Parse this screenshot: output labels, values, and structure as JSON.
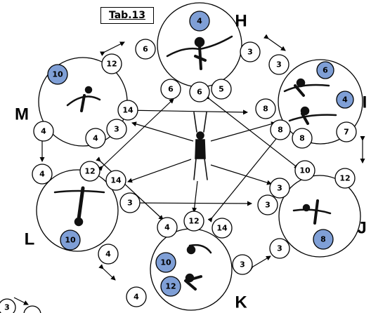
{
  "tab_label": "Tab.13",
  "colors": {
    "blue_fill": "#7f9fd6",
    "stroke": "#000000",
    "figure": "#111111"
  },
  "stations": {
    "H": {
      "letter": "H",
      "badges": [
        "4"
      ]
    },
    "I": {
      "letter": "I",
      "badges": [
        "6",
        "4"
      ]
    },
    "J": {
      "letter": "J",
      "badges": [
        "8"
      ]
    },
    "K": {
      "letter": "K",
      "badges": [
        "10",
        "12"
      ]
    },
    "L": {
      "letter": "L",
      "badges": [
        "10"
      ]
    },
    "M": {
      "letter": "M",
      "badges": [
        "10"
      ]
    }
  },
  "numbers": [
    "6",
    "12",
    "3",
    "3",
    "6",
    "6",
    "5",
    "8",
    "8",
    "8",
    "7",
    "10",
    "12",
    "3",
    "3",
    "3",
    "14",
    "12",
    "4",
    "3",
    "4",
    "12",
    "14",
    "4",
    "3",
    "4",
    "4",
    "14",
    "3",
    "3"
  ]
}
